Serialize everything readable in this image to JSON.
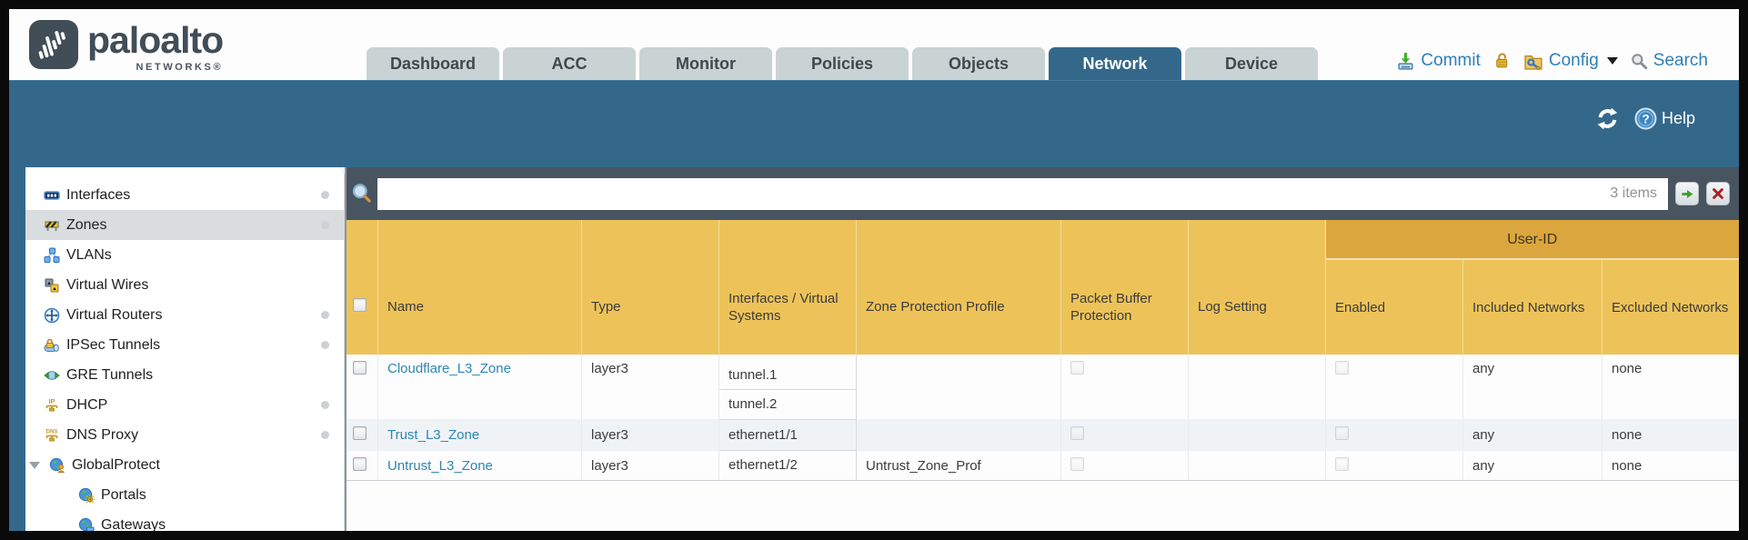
{
  "brand": {
    "name": "paloalto",
    "sub": "NETWORKS®"
  },
  "tabs": [
    {
      "label": "Dashboard"
    },
    {
      "label": "ACC"
    },
    {
      "label": "Monitor"
    },
    {
      "label": "Policies"
    },
    {
      "label": "Objects"
    },
    {
      "label": "Network",
      "active": true
    },
    {
      "label": "Device"
    }
  ],
  "toolbar": {
    "commit_label": "Commit",
    "config_label": "Config",
    "search_label": "Search"
  },
  "band": {
    "help_label": "Help"
  },
  "sidebar": {
    "items": [
      {
        "label": "Interfaces",
        "icon": "interfaces-icon",
        "dot": true
      },
      {
        "label": "Zones",
        "icon": "zones-icon",
        "dot": true,
        "selected": true
      },
      {
        "label": "VLANs",
        "icon": "vlans-icon"
      },
      {
        "label": "Virtual Wires",
        "icon": "virtual-wires-icon"
      },
      {
        "label": "Virtual Routers",
        "icon": "virtual-routers-icon",
        "dot": true
      },
      {
        "label": "IPSec Tunnels",
        "icon": "ipsec-tunnels-icon",
        "dot": true
      },
      {
        "label": "GRE Tunnels",
        "icon": "gre-tunnels-icon"
      },
      {
        "label": "DHCP",
        "icon": "dhcp-icon",
        "dot": true
      },
      {
        "label": "DNS Proxy",
        "icon": "dns-proxy-icon",
        "dot": true
      },
      {
        "label": "GlobalProtect",
        "icon": "globalprotect-icon",
        "expandable": true
      },
      {
        "label": "Portals",
        "icon": "portals-icon",
        "child": true
      },
      {
        "label": "Gateways",
        "icon": "gateways-icon",
        "child": true
      }
    ]
  },
  "filter": {
    "value": "",
    "count_label": "3 items"
  },
  "table": {
    "columns": {
      "name": "Name",
      "type": "Type",
      "interfaces": "Interfaces / Virtual Systems",
      "zone_protection_profile": "Zone Protection Profile",
      "packet_buffer_protection": "Packet Buffer Protection",
      "log_setting": "Log Setting",
      "user_id_group": "User-ID",
      "enabled": "Enabled",
      "included_networks": "Included Networks",
      "excluded_networks": "Excluded Networks"
    },
    "rows": [
      {
        "name": "Cloudflare_L3_Zone",
        "type": "layer3",
        "interfaces": [
          "tunnel.1",
          "tunnel.2"
        ],
        "zone_protection_profile": "",
        "log_setting": "",
        "included_networks": "any",
        "excluded_networks": "none"
      },
      {
        "name": "Trust_L3_Zone",
        "type": "layer3",
        "interfaces": [
          "ethernet1/1"
        ],
        "zone_protection_profile": "",
        "log_setting": "",
        "included_networks": "any",
        "excluded_networks": "none"
      },
      {
        "name": "Untrust_L3_Zone",
        "type": "layer3",
        "interfaces": [
          "ethernet1/2"
        ],
        "zone_protection_profile": "Untrust_Zone_Prof",
        "log_setting": "",
        "included_networks": "any",
        "excluded_networks": "none"
      }
    ]
  },
  "colors": {
    "teal": "#34688b",
    "header_gold": "#edc359",
    "user_id_gold": "#dba63e",
    "link_blue": "#2e86b4",
    "filter_slate": "#48545f",
    "toolbar_blue": "#2e7fb8"
  }
}
